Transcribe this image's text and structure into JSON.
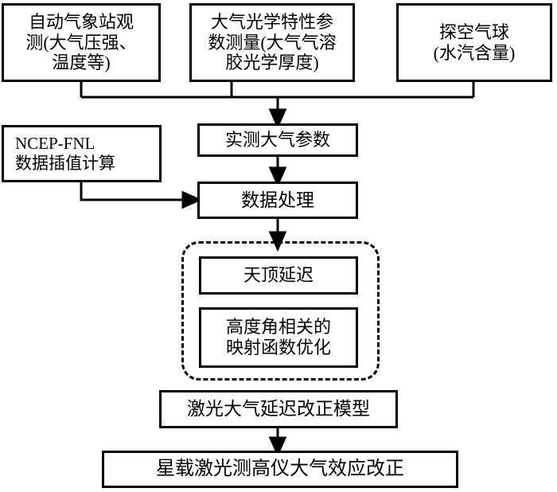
{
  "diagram": {
    "title": "激光大气延迟改正流程图",
    "type": "flowchart",
    "background_color": "#ffffff",
    "stroke_color": "#000000"
  },
  "nodes": {
    "weather_station": {
      "label": "自动气象站观\n测(大气压强、\n温度等)"
    },
    "optical_params": {
      "label": "大气光学特性参\n数测量(大气气溶\n胶光学厚度)"
    },
    "radiosonde": {
      "label": "探空气球\n(水汽含量)"
    },
    "ncep_fnl": {
      "label": "NCEP-FNL\n数据插值计算"
    },
    "measured_params": {
      "label": "实测大气参数"
    },
    "data_processing": {
      "label": "数据处理"
    },
    "zenith_delay": {
      "label": "天顶延迟"
    },
    "mapping_function": {
      "label": "高度角相关的\n映射函数优化"
    },
    "delay_model": {
      "label": "激光大气延迟改正模型"
    },
    "final_correction": {
      "label": "星载激光测高仪大气效应改正"
    }
  }
}
